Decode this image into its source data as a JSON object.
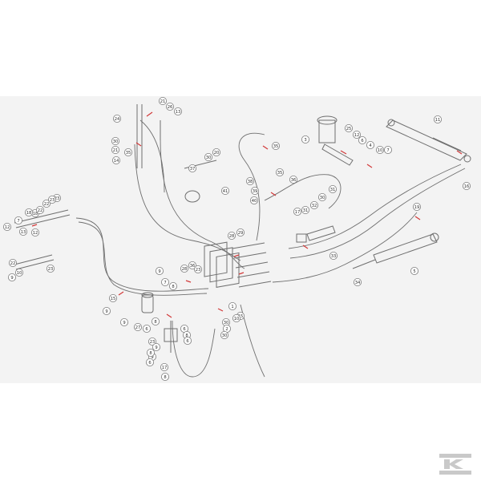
{
  "diagram": {
    "callouts": [
      {
        "id": "c24",
        "label": "24"
      },
      {
        "id": "c21a",
        "label": "21"
      },
      {
        "id": "c26",
        "label": "26"
      },
      {
        "id": "c13a",
        "label": "13"
      },
      {
        "id": "c30a",
        "label": "30"
      },
      {
        "id": "c21b",
        "label": "21"
      },
      {
        "id": "c35a",
        "label": "35"
      },
      {
        "id": "c14",
        "label": "14"
      },
      {
        "id": "c37",
        "label": "37"
      },
      {
        "id": "c30b",
        "label": "30"
      },
      {
        "id": "c20",
        "label": "20"
      },
      {
        "id": "c41",
        "label": "41"
      },
      {
        "id": "c35b",
        "label": "35"
      },
      {
        "id": "c38",
        "label": "38"
      },
      {
        "id": "c35c",
        "label": "35"
      },
      {
        "id": "c36",
        "label": "36"
      },
      {
        "id": "c39",
        "label": "39"
      },
      {
        "id": "c40",
        "label": "40"
      },
      {
        "id": "c3",
        "label": "3"
      },
      {
        "id": "c25a",
        "label": "25"
      },
      {
        "id": "c12a",
        "label": "12"
      },
      {
        "id": "c6a",
        "label": "6"
      },
      {
        "id": "c4",
        "label": "4"
      },
      {
        "id": "c10",
        "label": "10"
      },
      {
        "id": "c11",
        "label": "11"
      },
      {
        "id": "c7a",
        "label": "7"
      },
      {
        "id": "c16",
        "label": "16"
      },
      {
        "id": "c12b",
        "label": "12"
      },
      {
        "id": "c7b",
        "label": "7"
      },
      {
        "id": "c18a",
        "label": "18"
      },
      {
        "id": "c23a",
        "label": "23"
      },
      {
        "id": "c22a",
        "label": "22"
      },
      {
        "id": "c12c",
        "label": "12"
      },
      {
        "id": "c13b",
        "label": "13"
      },
      {
        "id": "c18b",
        "label": "18"
      },
      {
        "id": "c22b",
        "label": "22"
      },
      {
        "id": "c23b",
        "label": "23"
      },
      {
        "id": "c22c",
        "label": "22"
      },
      {
        "id": "c10b",
        "label": "10"
      },
      {
        "id": "c23c",
        "label": "23"
      },
      {
        "id": "c28",
        "label": "28"
      },
      {
        "id": "c29",
        "label": "29"
      },
      {
        "id": "c17",
        "label": "17"
      },
      {
        "id": "c31",
        "label": "31"
      },
      {
        "id": "c32",
        "label": "32"
      },
      {
        "id": "c30c",
        "label": "30"
      },
      {
        "id": "c33",
        "label": "33"
      },
      {
        "id": "c31b",
        "label": "31"
      },
      {
        "id": "c19",
        "label": "19"
      },
      {
        "id": "c1",
        "label": "1"
      },
      {
        "id": "c5",
        "label": "5"
      },
      {
        "id": "c34",
        "label": "34"
      },
      {
        "id": "c9a",
        "label": "9"
      },
      {
        "id": "c30d",
        "label": "30"
      },
      {
        "id": "c28b",
        "label": "28"
      },
      {
        "id": "c36b",
        "label": "36"
      },
      {
        "id": "c15",
        "label": "15"
      },
      {
        "id": "c23d",
        "label": "23"
      },
      {
        "id": "c8a",
        "label": "8"
      },
      {
        "id": "c7c",
        "label": "7"
      },
      {
        "id": "c2",
        "label": "2"
      },
      {
        "id": "c30e",
        "label": "30"
      },
      {
        "id": "c10c",
        "label": "10"
      },
      {
        "id": "c9b",
        "label": "9"
      },
      {
        "id": "c15b",
        "label": "15"
      },
      {
        "id": "c9c",
        "label": "9"
      },
      {
        "id": "c27",
        "label": "27"
      },
      {
        "id": "c6b",
        "label": "6"
      },
      {
        "id": "c8b",
        "label": "8"
      },
      {
        "id": "c23e",
        "label": "23"
      },
      {
        "id": "c6c",
        "label": "6"
      },
      {
        "id": "c8c",
        "label": "8"
      },
      {
        "id": "c9d",
        "label": "9"
      },
      {
        "id": "c17b",
        "label": "17"
      },
      {
        "id": "c9e",
        "label": "9"
      },
      {
        "id": "c6d",
        "label": "6"
      },
      {
        "id": "c8d",
        "label": "8"
      },
      {
        "id": "c6e",
        "label": "6"
      },
      {
        "id": "c8e",
        "label": "8"
      },
      {
        "id": "c9f",
        "label": "9"
      }
    ],
    "colors": {
      "panel": "#f3f3f3",
      "line": "#6f6f6f",
      "callout_stroke": "#7a7a7a",
      "highlight": "#d23a3a",
      "logo": "#c9c9c9"
    },
    "logo_icon": "kramp-k-logo-icon"
  }
}
